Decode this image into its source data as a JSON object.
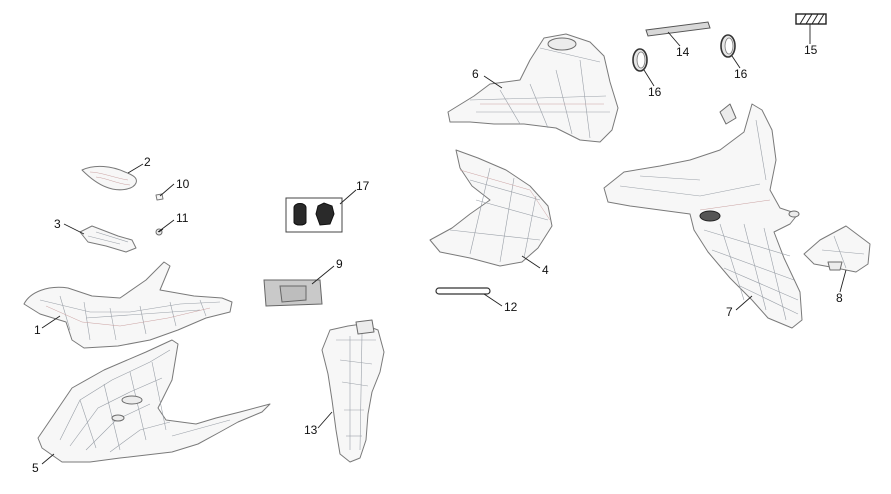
{
  "callouts": {
    "c1": "1",
    "c2": "2",
    "c3": "3",
    "c4": "4",
    "c5": "5",
    "c6": "6",
    "c7": "7",
    "c8": "8",
    "c9": "9",
    "c10": "10",
    "c11": "11",
    "c12": "12",
    "c13": "13",
    "c14": "14",
    "c15": "15",
    "c16a": "16",
    "c16b": "16",
    "c17": "17"
  }
}
